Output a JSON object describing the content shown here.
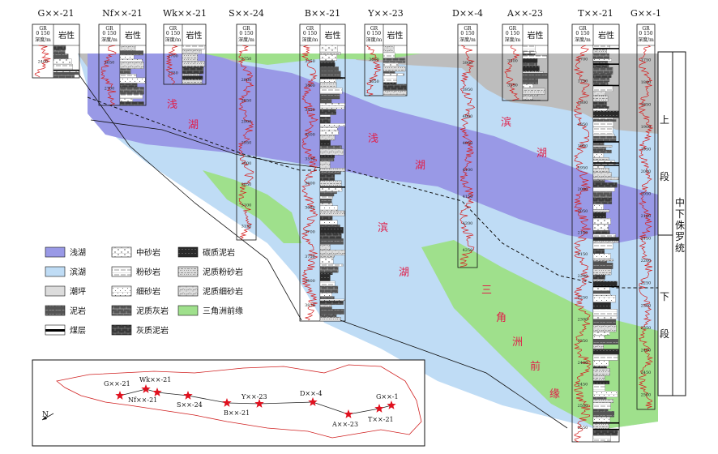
{
  "wells": [
    {
      "name": "G××-21",
      "depths": [
        "2400"
      ]
    },
    {
      "name": "Nf××-21",
      "depths": [
        "2650",
        "2700"
      ]
    },
    {
      "name": "Wk××-21",
      "depths": [
        "2700",
        "2750"
      ]
    },
    {
      "name": "S××-24",
      "depths": [
        "2750",
        "2800",
        "2850",
        "2900",
        "2950",
        "3000",
        "3050",
        "3100",
        "3150"
      ]
    },
    {
      "name": "B××-21",
      "depths": [
        "3350",
        "3400",
        "3450",
        "3500",
        "3550",
        "3600",
        "3650",
        "3700",
        "3750",
        "3800",
        "3850"
      ]
    },
    {
      "name": "Y××-23",
      "depths": [
        "3600",
        "3650"
      ]
    },
    {
      "name": "D××-4",
      "depths": [
        "3900",
        "3950",
        "4000",
        "4050",
        "4100",
        "4150",
        "4200",
        "4250"
      ]
    },
    {
      "name": "A××-23",
      "depths": [
        "3500",
        "3550"
      ]
    },
    {
      "name": "T××-21",
      "depths": [
        "1700",
        "1750",
        "1800",
        "1850",
        "1900",
        "1950",
        "2000",
        "2050",
        "2100",
        "2150",
        "2200",
        "2250",
        "2300",
        "2350",
        "2400",
        "2450",
        "2500",
        "2550"
      ]
    },
    {
      "name": "G××-1",
      "depths": [
        "1750",
        "1800",
        "1850",
        "1900",
        "1950",
        "2000",
        "2050",
        "2100",
        "2150",
        "2200",
        "2250",
        "2300",
        "2350",
        "2400",
        "2450",
        "2500"
      ]
    }
  ],
  "header": {
    "gr": "GR",
    "range": "0  150",
    "depth": "深度/m",
    "lith": "岩性"
  },
  "facies_labels": [
    "浅",
    "湖",
    "浅",
    "湖",
    "滨",
    "湖",
    "滨",
    "湖",
    "三",
    "角",
    "洲",
    "前",
    "缘"
  ],
  "strat": {
    "upper": "上段",
    "lower": "下段",
    "series": "中下侏罗统"
  },
  "legend": [
    "浅湖",
    "中砂岩",
    "碳质泥岩",
    "滨湖",
    "粉砂岩",
    "泥质粉砂岩",
    "潮坪",
    "细砂岩",
    "泥质细砂岩",
    "泥岩",
    "泥质灰岩",
    "三角洲前缘",
    "煤层",
    "灰质泥岩"
  ],
  "map_labels": [
    "G××-21",
    "Wk××-21",
    "Nf××-21",
    "S××-24",
    "Y××-23",
    "B××-21",
    "D××-4",
    "A××-23",
    "G××-1",
    "T××-21"
  ],
  "north": "N",
  "colors": {
    "shallow_lake": "#9999e6",
    "shore_lake": "#bfdcf5",
    "tidal_flat": "#bdbdbd",
    "delta_front": "#9fe08c",
    "gr_curve": "#d42020",
    "star": "#e0101e",
    "facies_text": "#e0204a"
  }
}
